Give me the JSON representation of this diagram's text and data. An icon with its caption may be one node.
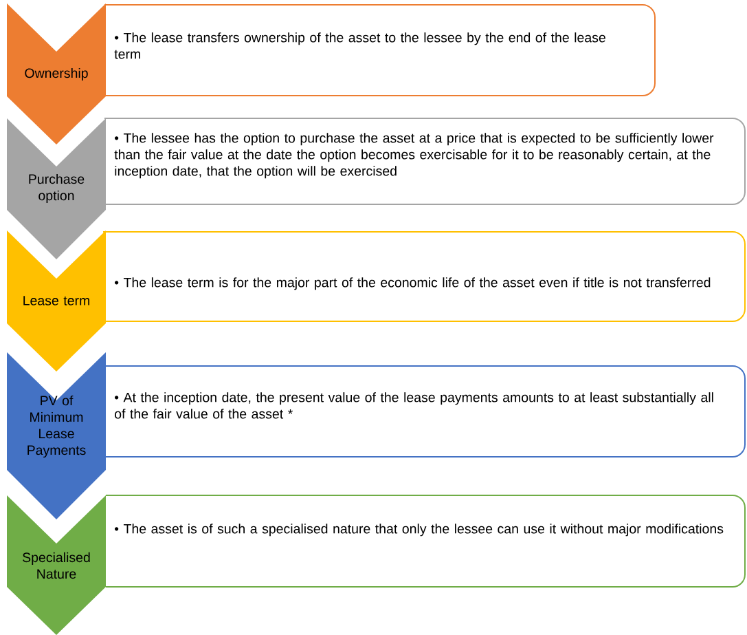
{
  "diagram": {
    "nodes": [
      {
        "text": [
          "Ownership"
        ]
      },
      {
        "text": [
          "• The lease transfers ownership of the asset to the lessee by the end of the lease term"
        ]
      },
      {
        "text": [
          "Purchase option"
        ]
      },
      {
        "text": [
          "• The lessee has the option to purchase the asset at a price that is expected to be sufficiently lower than the fair value at the date the option becomes exercisable for it to be reasonably certain, at the inception date, that the option will be exercised"
        ]
      },
      {
        "text": [
          "Lease term"
        ]
      },
      {
        "text": [
          "• The lease term is for the major part of the economic life of the asset even if title is not transferred"
        ]
      },
      {
        "text": [
          "PV of Minimum Lease Payments"
        ]
      },
      {
        "text": [
          "• At the inception date, the present value of the lease payments amounts to at least substantially all of the fair value of the asset *"
        ]
      },
      {
        "text": [
          "Specialised Nature"
        ]
      },
      {
        "text": [
          "• The asset is of such a specialised nature that only the lessee can use it without major modifications"
        ]
      }
    ]
  }
}
